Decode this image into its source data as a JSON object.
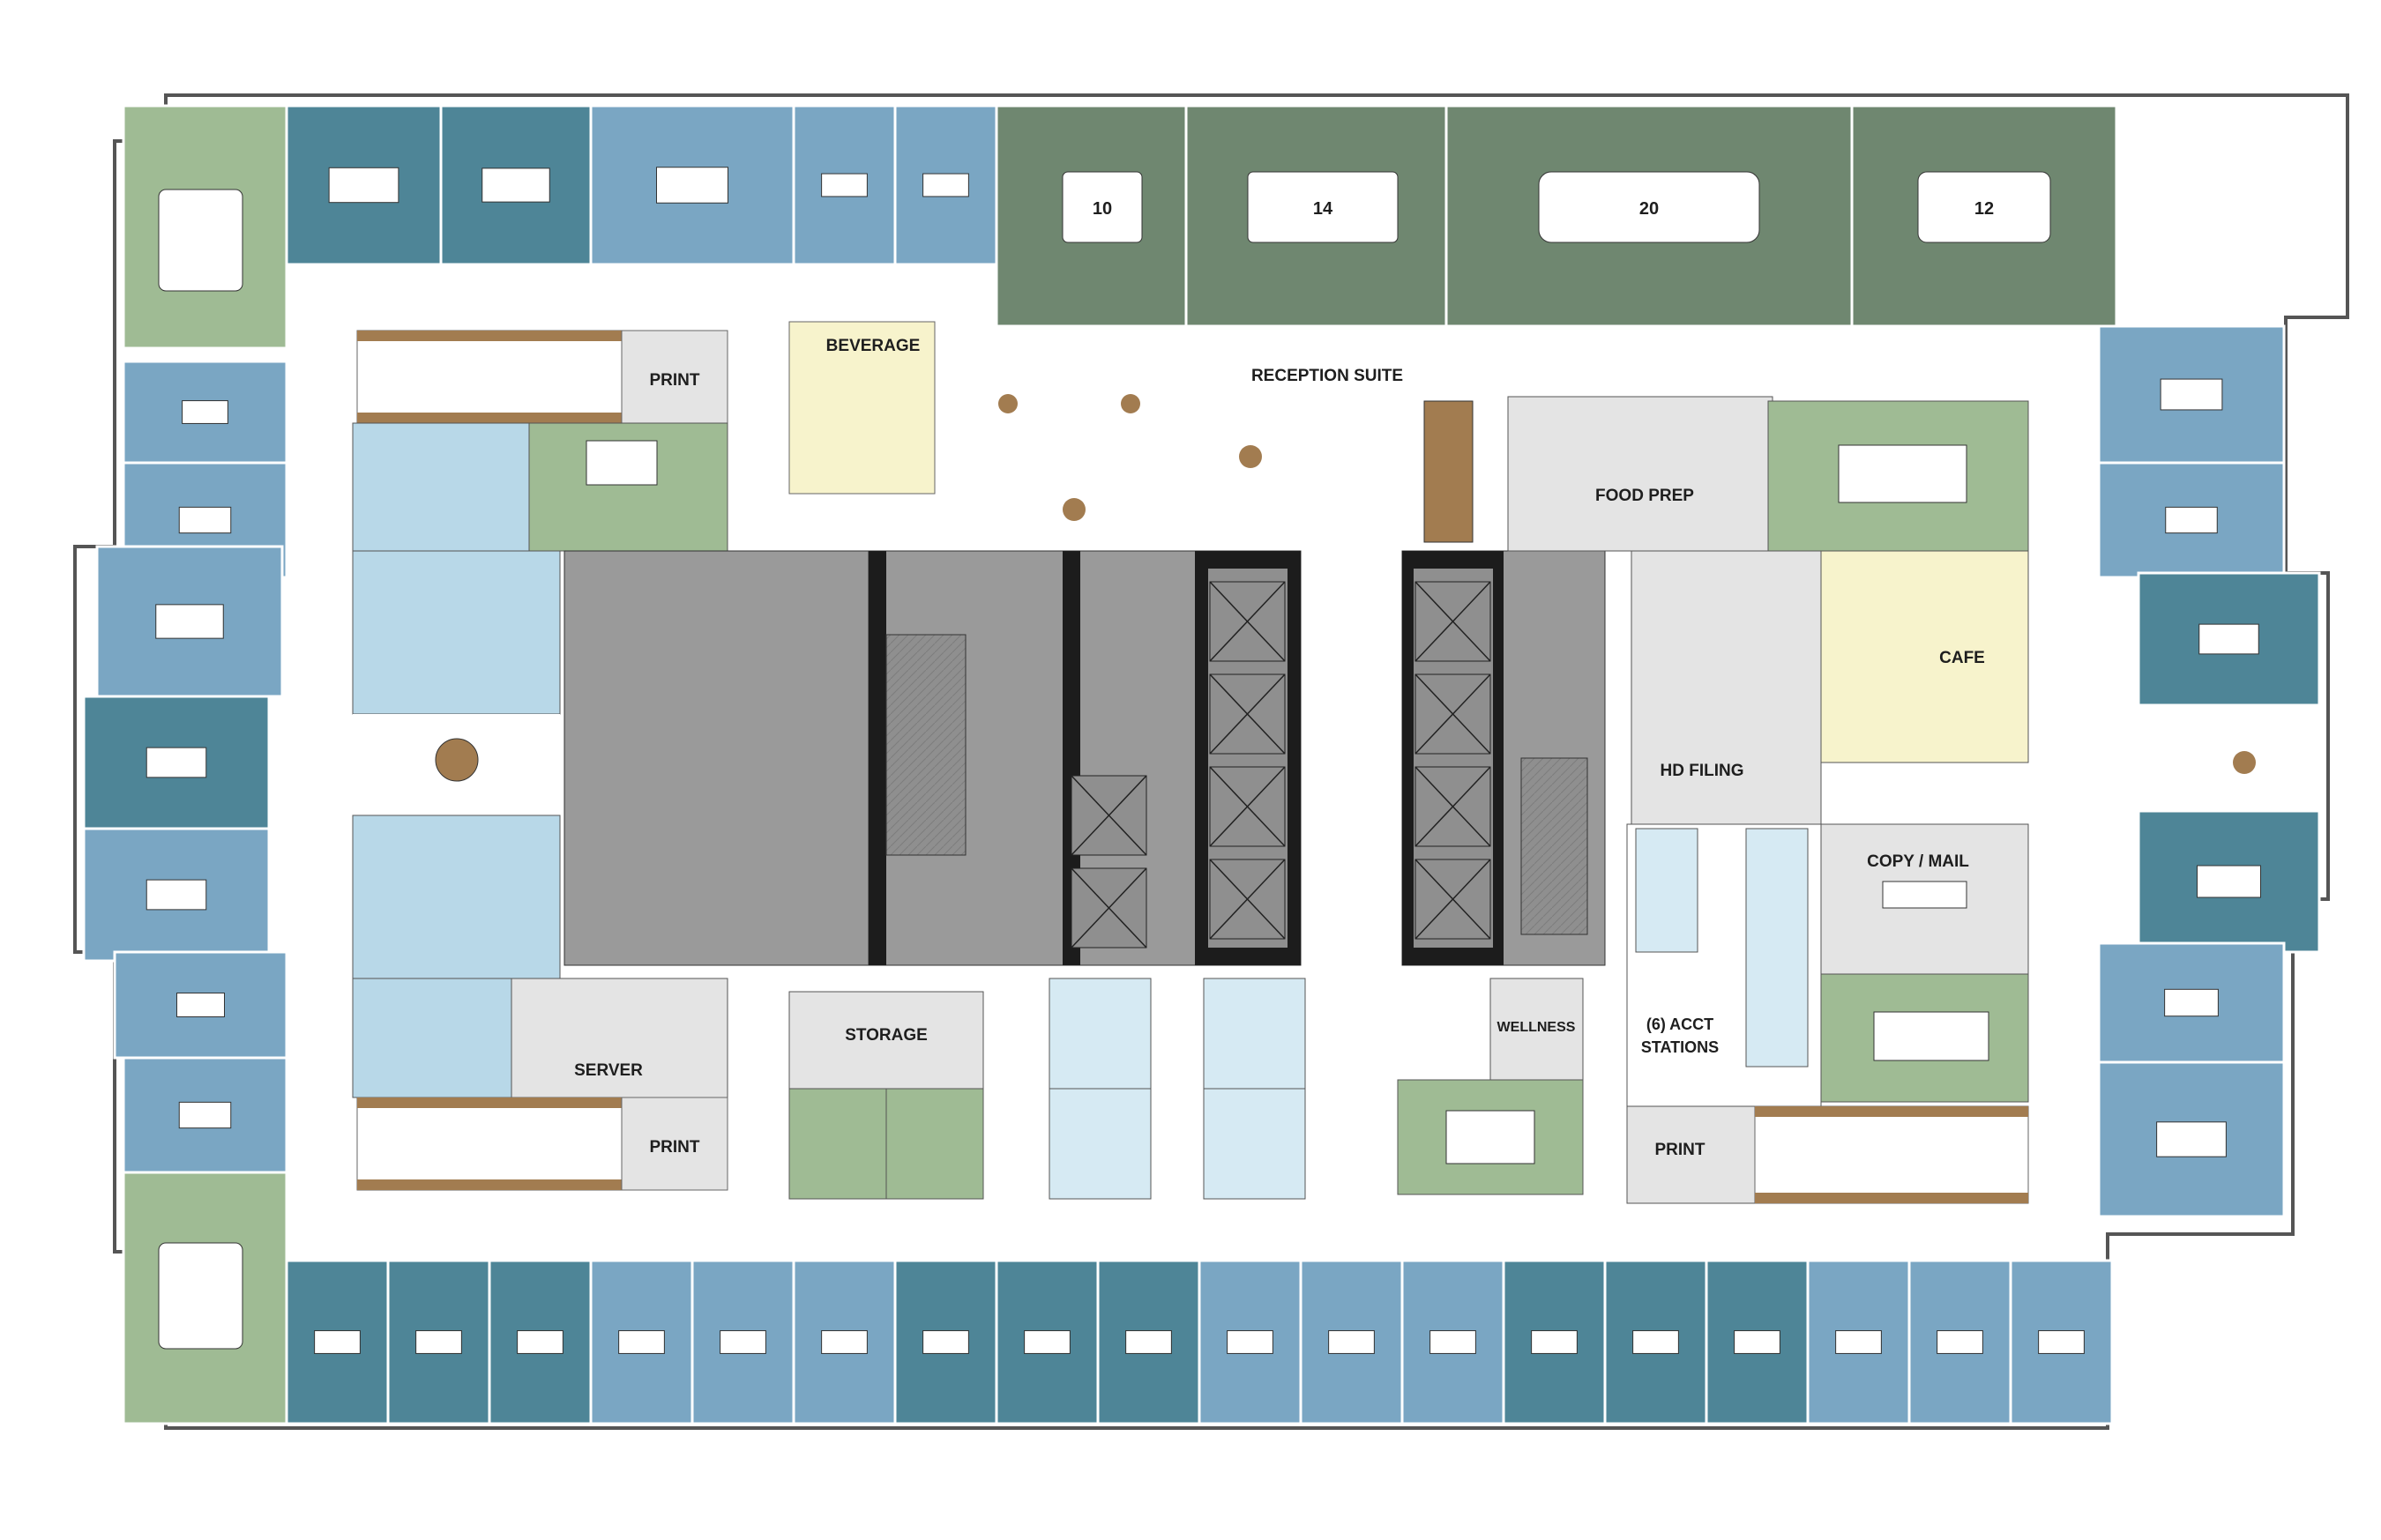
{
  "colors": {
    "office_dark": "#4e8597",
    "office_light": "#7aa6c3",
    "office_pale": "#b8d8e8",
    "conference": "#6f8770",
    "meeting": "#9fbb94",
    "core": "#9a9a9a",
    "core_dark": "#1c1c1c",
    "beverage": "#f7f3cc",
    "cafe": "#f7f3cc",
    "workstation": "#a27c50",
    "utility": "#e4e4e4",
    "corridor": "#ffffff"
  },
  "labels": {
    "reception": "RECEPTION SUITE",
    "beverage": "BEVERAGE",
    "print_nw": "PRINT",
    "print_sw": "PRINT",
    "print_se": "PRINT",
    "server": "SERVER",
    "storage": "STORAGE",
    "food_prep": "FOOD PREP",
    "cafe": "CAFE",
    "hd_filing": "HD FILING",
    "copy_mail": "COPY / MAIL",
    "wellness": "WELLNESS",
    "acct_line1": "(6) ACCT",
    "acct_line2": "STATIONS"
  },
  "conference_rooms": [
    {
      "name": "conference-room-10",
      "seats": "10"
    },
    {
      "name": "conference-room-14",
      "seats": "14"
    },
    {
      "name": "conference-room-20",
      "seats": "20"
    },
    {
      "name": "conference-room-12",
      "seats": "12"
    }
  ],
  "icons": {
    "office_desk": "desk-chair-icon",
    "elevator": "elevator-x-icon",
    "stair": "stair-icon",
    "round_table": "round-table-icon",
    "column_marker": "column-h-icon"
  }
}
